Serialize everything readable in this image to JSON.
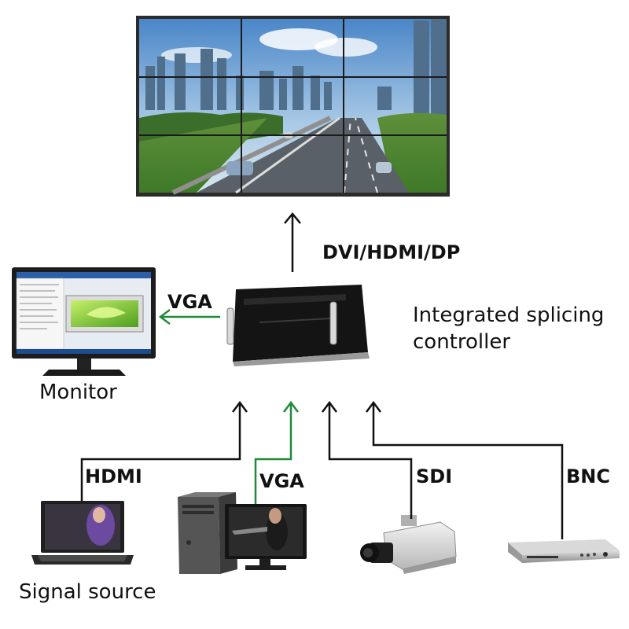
{
  "labels": {
    "output_signal": "DVI/HDMI/DP",
    "monitor_signal": "VGA",
    "controller": "Integrated splicing controller",
    "controller_line1": "Integrated splicing",
    "controller_line2": "controller",
    "monitor": "Monitor",
    "signal_source": "Signal source",
    "input_hdmi": "HDMI",
    "input_vga": "VGA",
    "input_sdi": "SDI",
    "input_bnc": "BNC"
  },
  "colors": {
    "line": "#111111",
    "vga_line": "#1f8a3a",
    "controller": "#141414"
  },
  "icons": [
    "video-wall",
    "monitor",
    "splicing-controller",
    "laptop",
    "desktop-pc",
    "cctv-camera",
    "dvd-player"
  ]
}
